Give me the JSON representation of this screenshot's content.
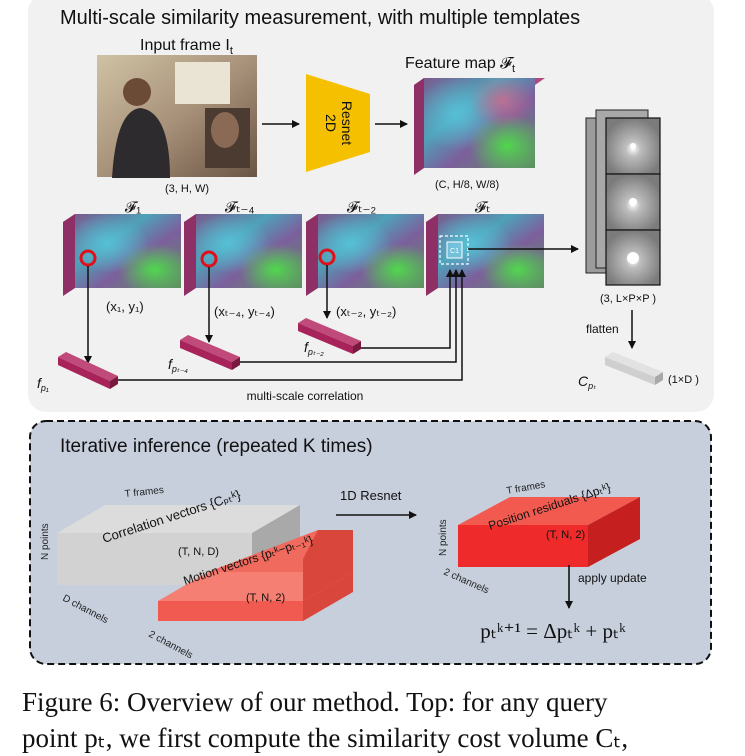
{
  "top_panel": {
    "title": "Multi-scale similarity measurement, with multiple templates",
    "input_frame_label": "Input frame I",
    "input_frame_sub": "t",
    "input_dims": "(3, H, W)",
    "resnet_label_1": "2D",
    "resnet_label_2": "Resnet",
    "feature_map_label": "Feature map 𝓕",
    "feature_map_sub": "t",
    "feature_dims": "(C, H/8, W/8)",
    "template_labels": [
      "𝓕₁",
      "𝓕ₜ₋₄",
      "𝓕ₜ₋₂",
      "𝓕ₜ"
    ],
    "point_labels": [
      "(x₁, y₁)",
      "(xₜ₋₄, yₜ₋₄)",
      "(xₜ₋₂, yₜ₋₂)"
    ],
    "feature_vector_labels": [
      "f",
      "f",
      "f"
    ],
    "feature_vector_subs": [
      "p₁",
      "pₜ₋₄",
      "pₜ₋₂"
    ],
    "crop_label": "C1",
    "cost_dims": "(3, L×P×P )",
    "flatten_label": "flatten",
    "cost_vector_label": "C",
    "cost_vector_sub": "pₜ",
    "cost_vector_dims": "(1×D )",
    "correlation_label": "multi-scale correlation"
  },
  "bottom_panel": {
    "title": "Iterative inference (repeated K times)",
    "t_frames_left": "T frames",
    "n_points_left": "N points",
    "d_channels": "D channels",
    "corr_label": "Correlation vectors {Cₚₜᵏ}",
    "corr_dims": "(T, N, D)",
    "motion_label": "Motion vectors {pₜᵏ−pₜ₋₁ᵏ}",
    "motion_dims": "(T, N, 2)",
    "two_channels_left": "2 channels",
    "resnet_1d": "1D Resnet",
    "t_frames_right": "T frames",
    "n_points_right": "N points",
    "residual_label": "Position residuals {Δpₜᵏ}",
    "residual_dims": "(T, N, 2)",
    "two_channels_right": "2 channels",
    "apply_update": "apply update",
    "update_eq": "pₜᵏ⁺¹ = Δpₜᵏ + pₜᵏ"
  },
  "caption": {
    "line1": "Figure 6: Overview of our method. Top: for any query",
    "line2": "point pₜ, we first compute the similarity cost volume Cₜ,"
  },
  "colors": {
    "top_bg": "#f1f1f1",
    "bottom_bg": "#c7cfdd",
    "resnet": "#f5c000",
    "feature_vec": "#a8235a",
    "corr_block": "#cfcfcf",
    "motion_block": "#f05a50",
    "residual_block": "#ee2a2a",
    "marker": "#e0101a"
  }
}
